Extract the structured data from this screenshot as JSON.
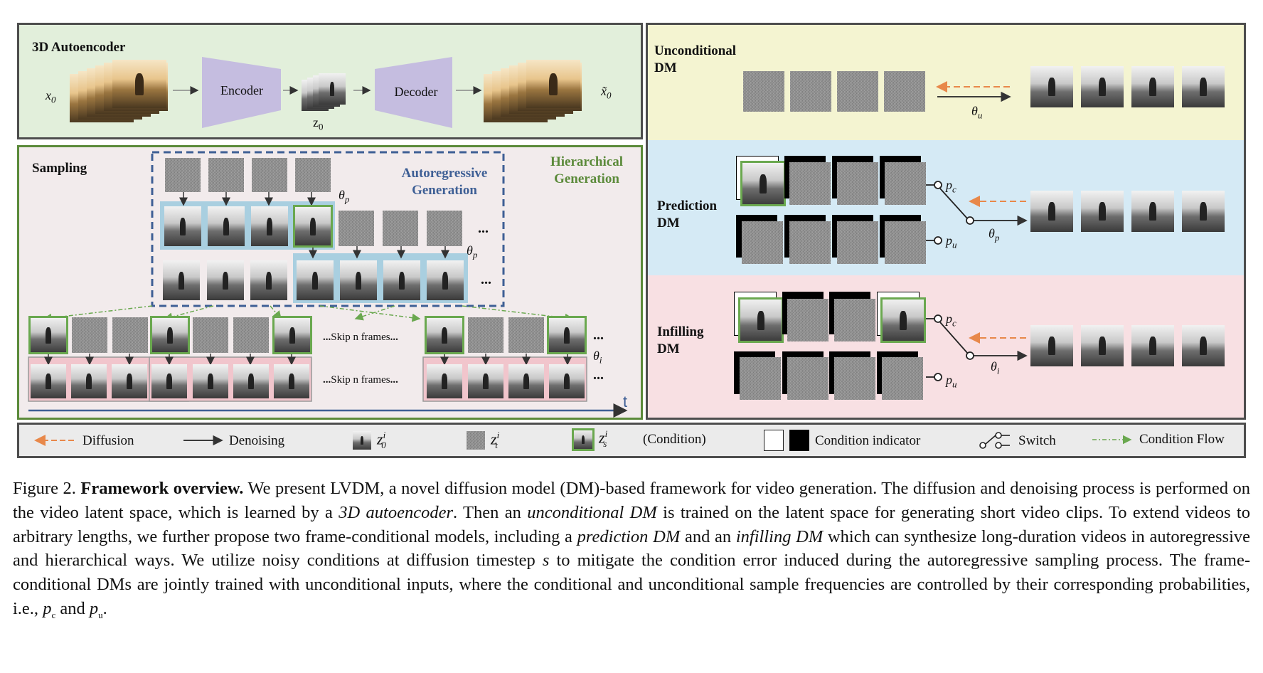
{
  "autoencoder": {
    "title": "3D Autoencoder",
    "input_label": "x",
    "input_sub": "0",
    "encoder": "Encoder",
    "latent_label": "z",
    "latent_sub": "0",
    "decoder": "Decoder",
    "output_label": "x̃",
    "output_sub": "0"
  },
  "sampling": {
    "title": "Sampling",
    "autoregressive": "Autoregressive",
    "autoregressive2": "Generation",
    "hierarchical": "Hierarchical",
    "hierarchical2": "Generation",
    "theta": "θ",
    "theta_p_sub": "p",
    "theta_i_sub": "i",
    "ellipsis": "...",
    "skip_text": "Skip n frames",
    "time_label": "t"
  },
  "unconditional": {
    "title1": "Unconditional",
    "title2": "DM",
    "theta_sub": "u"
  },
  "prediction": {
    "title1": "Prediction",
    "title2": "DM",
    "p": "p",
    "pc_sub": "c",
    "pu_sub": "u",
    "theta_sub": "p"
  },
  "infilling": {
    "title1": "Infilling",
    "title2": "DM",
    "p": "p",
    "pc_sub": "c",
    "pu_sub": "u",
    "theta_sub": "i"
  },
  "legend": {
    "diffusion": "Diffusion",
    "denoising": "Denoising",
    "z0": "z",
    "z0_sup": "i",
    "z0_sub": "0",
    "zt": "z",
    "zt_sup": "i",
    "zt_sub": "t",
    "zs": "z",
    "zs_sup": "i",
    "zs_sub": "s",
    "zs_note": "(Condition)",
    "condition_indicator": "Condition indicator",
    "switch": "Switch",
    "condition_flow": "Condition Flow"
  },
  "caption": {
    "fig": "Figure 2.",
    "bold": "Framework overview.",
    "s1": "We present LVDM, a novel diffusion model (DM)-based framework for video generation. The diffusion and denoising process is performed on the video latent space, which is learned by a",
    "i1": "3D autoencoder",
    "s2": ". Then an",
    "i2": "unconditional DM",
    "s3": "is trained on the latent space for generating short video clips. To extend videos to arbitrary lengths, we further propose two frame-conditional models, including a",
    "i3": "prediction DM",
    "s4": "and an",
    "i4": "infilling DM",
    "s5": "which can synthesize long-duration videos in autoregressive and hierarchical ways. We utilize noisy conditions at diffusion timestep",
    "i5": "s",
    "s6": "to mitigate the condition error induced during the autoregressive sampling process. The frame-conditional DMs are jointly trained with unconditional inputs, where the conditional and unconditional sample frequencies are controlled by their corresponding probabilities, i.e.,",
    "pc": "p",
    "pc_sub": "c",
    "and": "and",
    "pu": "p",
    "pu_sub": "u",
    "end": "."
  },
  "colors": {
    "autoencoder_bg": "#e2efdb",
    "sampling_bg": "#f2ebec",
    "unconditional_bg": "#f4f4d1",
    "prediction_bg": "#d5eaf5",
    "infilling_bg": "#f8e0e3",
    "trapezoid": "#c5bde0",
    "green_border": "#6aa84f",
    "blue_dash": "#3e5f95",
    "diffusion_arrow": "#e8884a"
  }
}
